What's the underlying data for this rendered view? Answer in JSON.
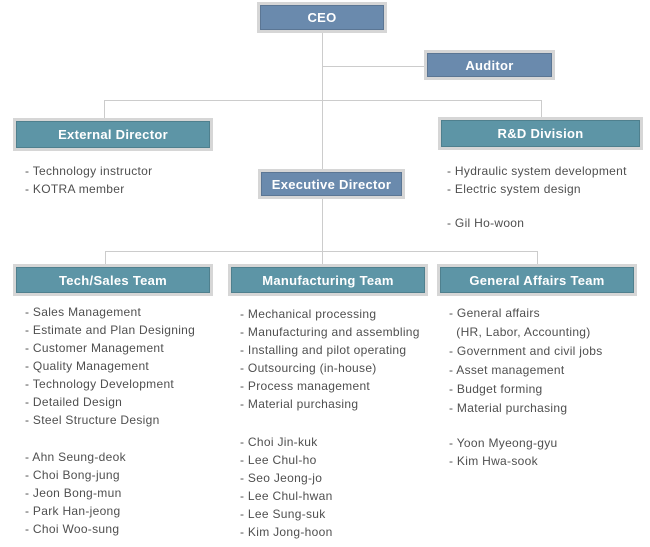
{
  "palette": {
    "steel_box": "#6a8aad",
    "teal_box": "#5d95a6",
    "box_border": "#d6d6d6",
    "connector_line": "#cccccc",
    "list_text": "#4f4f4f",
    "label_text": "#ffffff"
  },
  "nodes": {
    "ceo": {
      "label": "CEO"
    },
    "auditor": {
      "label": "Auditor"
    },
    "external_director": {
      "label": "External Director",
      "duties": [
        "- Technology instructor",
        "- KOTRA member"
      ]
    },
    "executive_director": {
      "label": "Executive Director"
    },
    "rnd_division": {
      "label": "R&D Division",
      "duties": [
        "- Hydraulic system development",
        "- Electric system design"
      ],
      "members": [
        "- Gil Ho-woon"
      ]
    },
    "tech_sales_team": {
      "label": "Tech/Sales Team",
      "duties": [
        "- Sales Management",
        "- Estimate and Plan Designing",
        "- Customer Management",
        "- Quality Management",
        "- Technology Development",
        "- Detailed Design",
        "- Steel Structure Design"
      ],
      "members": [
        "- Ahn Seung-deok",
        "- Choi Bong-jung",
        "- Jeon Bong-mun",
        "- Park Han-jeong",
        "- Choi Woo-sung"
      ]
    },
    "manufacturing_team": {
      "label": "Manufacturing Team",
      "duties": [
        "- Mechanical processing",
        "- Manufacturing and assembling",
        "- Installing and pilot operating",
        "- Outsourcing (in-house)",
        "- Process management",
        "- Material purchasing"
      ],
      "members": [
        "- Choi Jin-kuk",
        "- Lee Chul-ho",
        "- Seo Jeong-jo",
        "- Lee Chul-hwan",
        "- Lee Sung-suk",
        "- Kim Jong-hoon"
      ]
    },
    "general_affairs_team": {
      "label": "General Affairs Team",
      "duties": [
        "- General affairs",
        "  (HR, Labor, Accounting)",
        "- Government and civil jobs",
        "- Asset management",
        "- Budget forming",
        "- Material purchasing"
      ],
      "members": [
        "- Yoon Myeong-gyu",
        "- Kim Hwa-sook"
      ]
    }
  }
}
